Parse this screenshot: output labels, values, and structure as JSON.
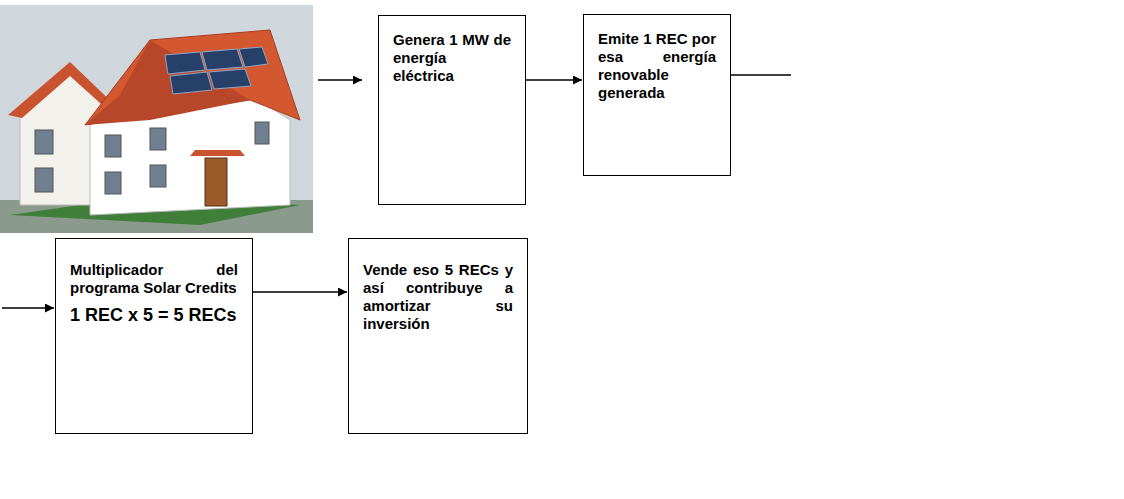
{
  "diagram": {
    "nodes": [
      {
        "text": [
          "Genera 1 MW de energía eléctrica"
        ]
      },
      {
        "text": [
          "Emite 1 REC por esa energía renovable generada"
        ]
      },
      {
        "text": [
          "Multiplicador del programa Solar Credits",
          "1 REC x 5 = 5 RECs"
        ]
      },
      {
        "text": [
          "Vende eso 5 RECs y así contribuye a amortizar su inversión"
        ]
      }
    ],
    "edges": [
      {
        "from": 0,
        "to": 1,
        "arrow": "to"
      },
      {
        "from": 1,
        "to": 2,
        "arrow": "to"
      },
      {
        "from": 2,
        "to": 3,
        "arrow": "to"
      }
    ]
  }
}
